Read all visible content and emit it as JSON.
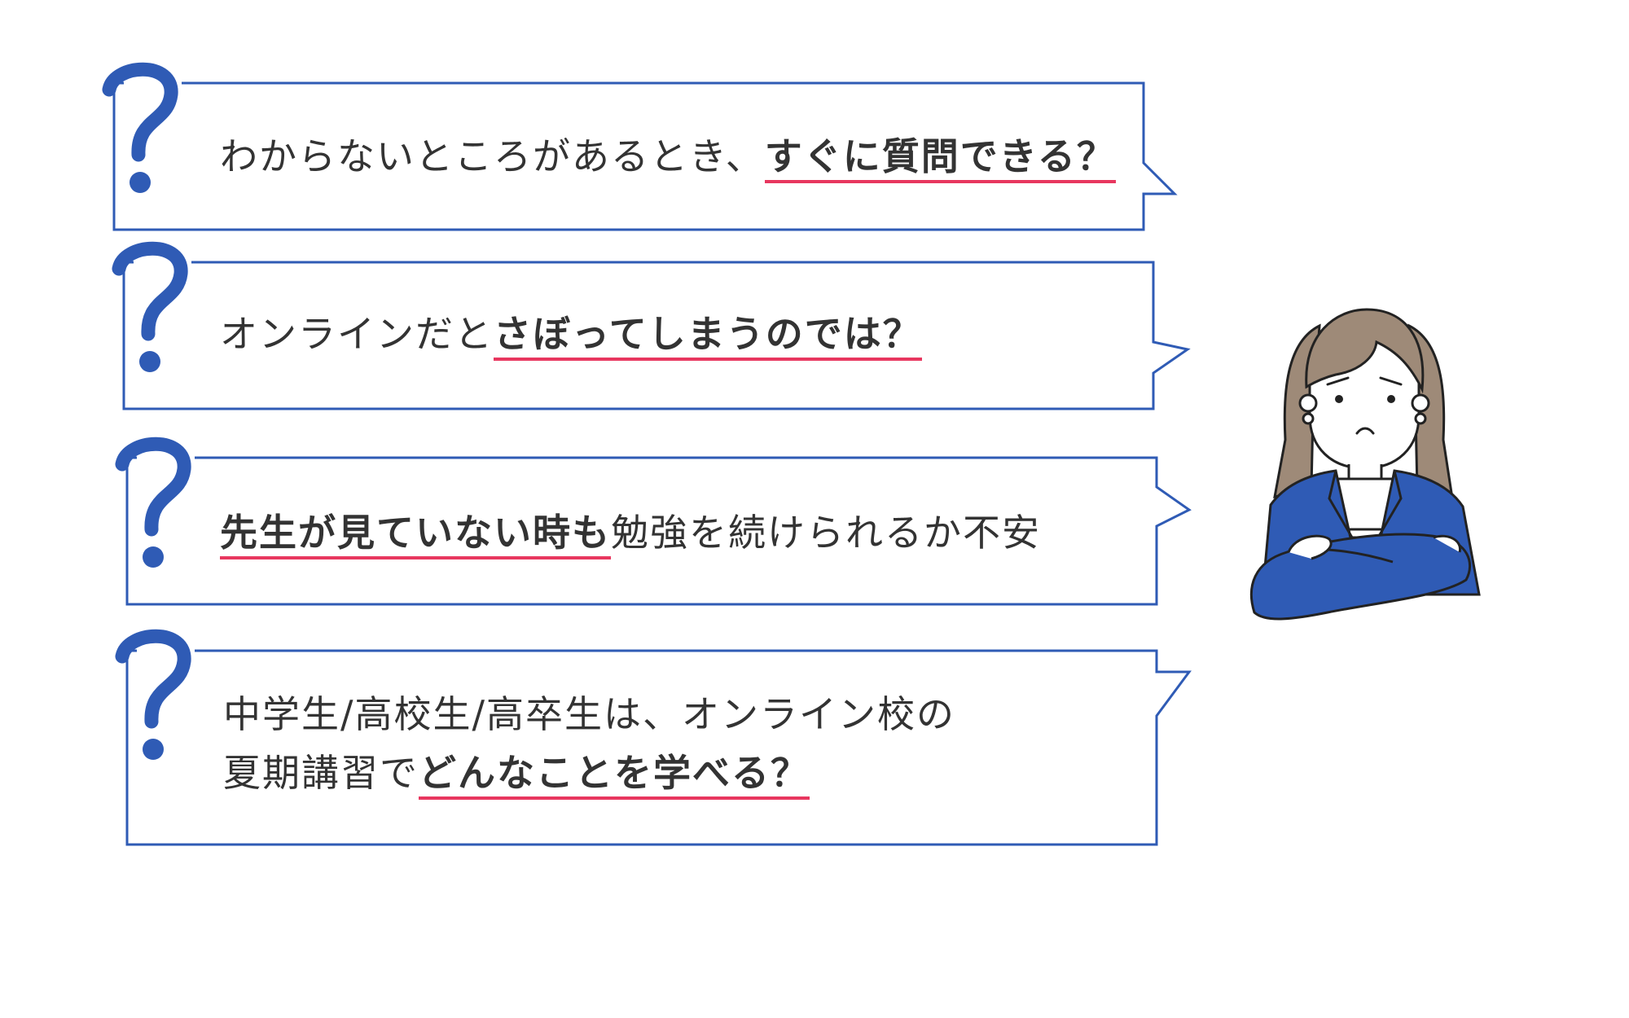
{
  "colors": {
    "frame": "#2f5bb5",
    "question_mark": "#2f5bb5",
    "text": "#333333",
    "underline": "#e8375f",
    "hair": "#9e8a78",
    "jacket": "#2f5bb5"
  },
  "icons": [
    "question-mark-icon",
    "worried-woman-illustration"
  ],
  "bubbles": [
    {
      "lines": [
        {
          "plain": "わからないところがあるとき、",
          "emphasis": "すぐに質問できる？",
          "rest": ""
        }
      ]
    },
    {
      "lines": [
        {
          "plain": "オンラインだと",
          "emphasis": "さぼってしまうのでは？",
          "rest": ""
        }
      ]
    },
    {
      "lines": [
        {
          "plain": "",
          "emphasis": "先生が見ていない時も",
          "rest": "勉強を続けられるか不安"
        }
      ]
    },
    {
      "lines": [
        {
          "plain": "中学生/高校生/高卒生は、オンライン校の",
          "emphasis": "",
          "rest": ""
        },
        {
          "plain": "夏期講習で",
          "emphasis": "どんなことを学べる？",
          "rest": ""
        }
      ]
    }
  ]
}
